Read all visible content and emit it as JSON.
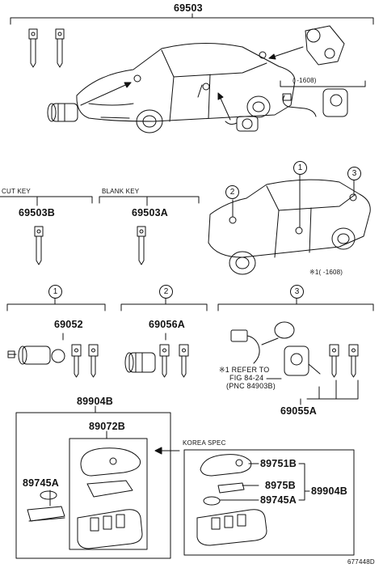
{
  "parts": {
    "top_assembly": "69503",
    "cut_key": "69503B",
    "blank_key": "69503A",
    "set1": "69052",
    "set2": "69056A",
    "set3": "69055A",
    "remote_outer": "89904B",
    "remote_inner": "89072B",
    "battery": "89745A",
    "korea_cover": "89751B",
    "korea_board": "8975B",
    "korea_battery": "89745A",
    "korea_set": "89904B"
  },
  "labels": {
    "cut_key": "CUT KEY",
    "blank_key": "BLANK KEY",
    "korea_spec": "KOREA SPEC",
    "date_note_top": "(    -1608)",
    "date_note_car": "※1(    -1608)",
    "refer_line1": "※1 REFER TO",
    "refer_line2": "FIG 84-24",
    "refer_line3": "(PNC 84903B)",
    "circle1": "1",
    "circle2": "2",
    "circle3": "3",
    "figure_id": "677448D"
  },
  "icons": [
    "car-outline",
    "key-icon",
    "ignition-cylinder-icon",
    "door-lock-cylinder-icon",
    "smart-key-fob-icon",
    "arrow-left-icon"
  ]
}
